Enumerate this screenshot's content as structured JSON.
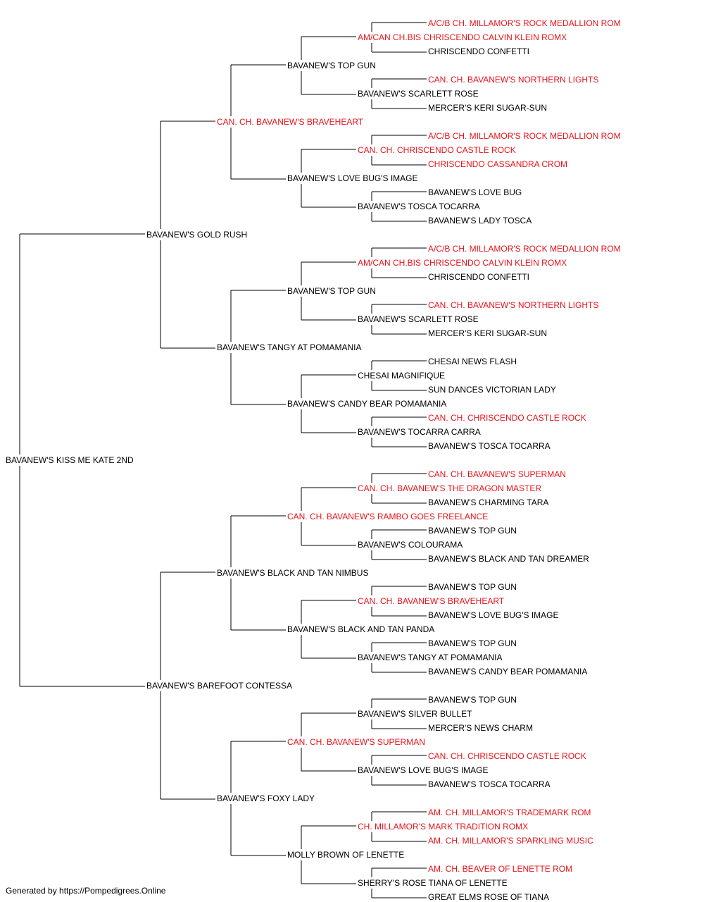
{
  "pedigree": {
    "subject": "BAVANEW'S KISS ME KATE 2ND",
    "generations": [
      [
        {
          "name": "BAVANEW'S GOLD RUSH",
          "champion": false
        },
        {
          "name": "BAVANEW'S BAREFOOT CONTESSA",
          "champion": false
        }
      ],
      [
        {
          "name": "CAN. CH. BAVANEW'S BRAVEHEART",
          "champion": true
        },
        {
          "name": "BAVANEW'S TANGY AT POMAMANIA",
          "champion": false
        },
        {
          "name": "BAVANEW'S BLACK AND TAN NIMBUS",
          "champion": false
        },
        {
          "name": "BAVANEW'S FOXY LADY",
          "champion": false
        }
      ],
      [
        {
          "name": "BAVANEW'S TOP GUN",
          "champion": false
        },
        {
          "name": "BAVANEW'S LOVE BUG'S IMAGE",
          "champion": false
        },
        {
          "name": "BAVANEW'S TOP GUN",
          "champion": false
        },
        {
          "name": "BAVANEW'S CANDY BEAR POMAMANIA",
          "champion": false
        },
        {
          "name": "CAN. CH. BAVANEW'S RAMBO GOES FREELANCE",
          "champion": true
        },
        {
          "name": "BAVANEW'S BLACK AND TAN PANDA",
          "champion": false
        },
        {
          "name": "CAN. CH. BAVANEW'S SUPERMAN",
          "champion": true
        },
        {
          "name": "MOLLY BROWN OF LENETTE",
          "champion": false
        }
      ],
      [
        {
          "name": "AM/CAN CH.BIS CHRISCENDO CALVIN KLEIN ROMX",
          "champion": true
        },
        {
          "name": "BAVANEW'S SCARLETT ROSE",
          "champion": false
        },
        {
          "name": "CAN. CH. CHRISCENDO CASTLE ROCK",
          "champion": true
        },
        {
          "name": "BAVANEW'S TOSCA TOCARRA",
          "champion": false
        },
        {
          "name": "AM/CAN CH.BIS CHRISCENDO CALVIN KLEIN ROMX",
          "champion": true
        },
        {
          "name": "BAVANEW'S SCARLETT ROSE",
          "champion": false
        },
        {
          "name": "CHESAI MAGNIFIQUE",
          "champion": false
        },
        {
          "name": "BAVANEW'S TOCARRA CARRA",
          "champion": false
        },
        {
          "name": "CAN. CH. BAVANEW'S THE DRAGON MASTER",
          "champion": true
        },
        {
          "name": "BAVANEW'S COLOURAMA",
          "champion": false
        },
        {
          "name": "CAN. CH. BAVANEW'S BRAVEHEART",
          "champion": true
        },
        {
          "name": "BAVANEW'S TANGY AT POMAMANIA",
          "champion": false
        },
        {
          "name": "BAVANEW'S SILVER BULLET",
          "champion": false
        },
        {
          "name": "BAVANEW'S LOVE BUG'S IMAGE",
          "champion": false
        },
        {
          "name": "CH. MILLAMOR'S MARK TRADITION ROMX",
          "champion": true
        },
        {
          "name": "SHERRY'S ROSE TIANA OF LENETTE",
          "champion": false
        }
      ],
      [
        {
          "name": "A/C/B CH. MILLAMOR'S ROCK MEDALLION ROM",
          "champion": true
        },
        {
          "name": "CHRISCENDO CONFETTI",
          "champion": false
        },
        {
          "name": "CAN. CH. BAVANEW'S NORTHERN LIGHTS",
          "champion": true
        },
        {
          "name": "MERCER'S KERI SUGAR-SUN",
          "champion": false
        },
        {
          "name": "A/C/B CH. MILLAMOR'S ROCK MEDALLION ROM",
          "champion": true
        },
        {
          "name": "CHRISCENDO CASSANDRA CROM",
          "champion": true
        },
        {
          "name": "BAVANEW'S LOVE BUG",
          "champion": false
        },
        {
          "name": "BAVANEW'S LADY TOSCA",
          "champion": false
        },
        {
          "name": "A/C/B CH. MILLAMOR'S ROCK MEDALLION ROM",
          "champion": true
        },
        {
          "name": "CHRISCENDO CONFETTI",
          "champion": false
        },
        {
          "name": "CAN. CH. BAVANEW'S NORTHERN LIGHTS",
          "champion": true
        },
        {
          "name": "MERCER'S KERI SUGAR-SUN",
          "champion": false
        },
        {
          "name": "CHESAI NEWS FLASH",
          "champion": false
        },
        {
          "name": "SUN DANCES VICTORIAN LADY",
          "champion": false
        },
        {
          "name": "CAN. CH. CHRISCENDO CASTLE ROCK",
          "champion": true
        },
        {
          "name": "BAVANEW'S TOSCA TOCARRA",
          "champion": false
        },
        {
          "name": "CAN. CH. BAVANEW'S SUPERMAN",
          "champion": true
        },
        {
          "name": "BAVANEW'S CHARMING TARA",
          "champion": false
        },
        {
          "name": "BAVANEW'S TOP GUN",
          "champion": false
        },
        {
          "name": "BAVANEW'S BLACK AND TAN DREAMER",
          "champion": false
        },
        {
          "name": "BAVANEW'S TOP GUN",
          "champion": false
        },
        {
          "name": "BAVANEW'S LOVE BUG'S IMAGE",
          "champion": false
        },
        {
          "name": "BAVANEW'S TOP GUN",
          "champion": false
        },
        {
          "name": "BAVANEW'S CANDY BEAR POMAMANIA",
          "champion": false
        },
        {
          "name": "BAVANEW'S TOP GUN",
          "champion": false
        },
        {
          "name": "MERCER'S NEWS CHARM",
          "champion": false
        },
        {
          "name": "CAN. CH. CHRISCENDO CASTLE ROCK",
          "champion": true
        },
        {
          "name": "BAVANEW'S TOSCA TOCARRA",
          "champion": false
        },
        {
          "name": "AM. CH. MILLAMOR'S TRADEMARK ROM",
          "champion": true
        },
        {
          "name": "AM. CH. MILLAMOR'S SPARKLING MUSIC",
          "champion": true
        },
        {
          "name": "AM. CH. BEAVER OF LENETTE ROM",
          "champion": true
        },
        {
          "name": "GREAT ELMS ROSE OF TIANA",
          "champion": false
        }
      ]
    ]
  },
  "colors": {
    "champion": "#e8141b",
    "normal": "#000000",
    "line": "#000000"
  },
  "footer": "Generated by https://Pompedigrees.Online"
}
